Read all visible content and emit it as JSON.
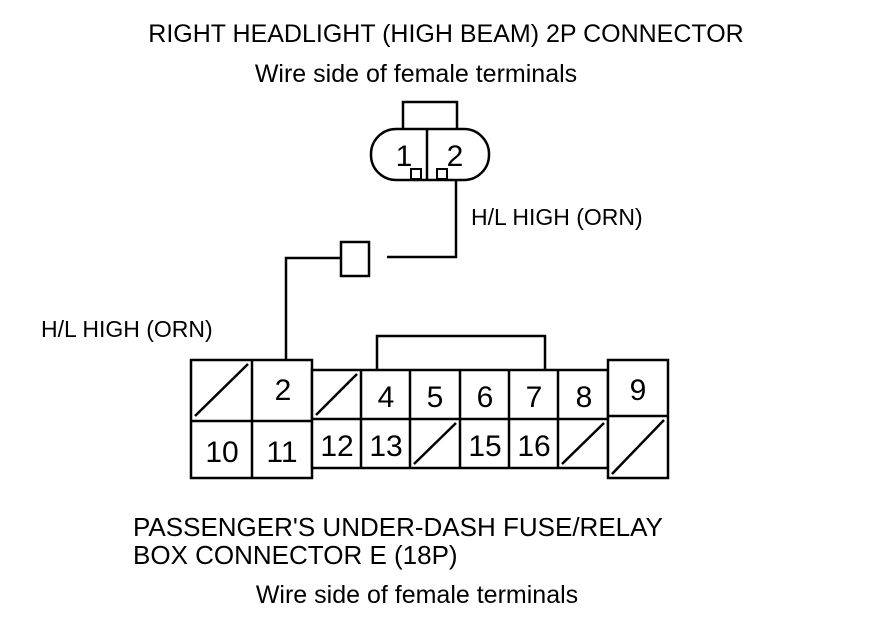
{
  "top_connector": {
    "title": "RIGHT HEADLIGHT (HIGH BEAM) 2P CONNECTOR",
    "subtitle": "Wire side of female terminals",
    "terminals": [
      "1",
      "2"
    ]
  },
  "wires": {
    "upper_label": "H/L HIGH (ORN)",
    "lower_label": "H/L HIGH (ORN)"
  },
  "bottom_connector": {
    "title_line1": "PASSENGER'S UNDER-DASH FUSE/RELAY",
    "title_line2": "BOX CONNECTOR E (18P)",
    "subtitle": "Wire side of female terminals",
    "top_row": [
      "",
      "2",
      "",
      "4",
      "5",
      "6",
      "7",
      "8",
      "9"
    ],
    "bottom_row": [
      "10",
      "11",
      "12",
      "13",
      "",
      "15",
      "16",
      "",
      ""
    ]
  }
}
